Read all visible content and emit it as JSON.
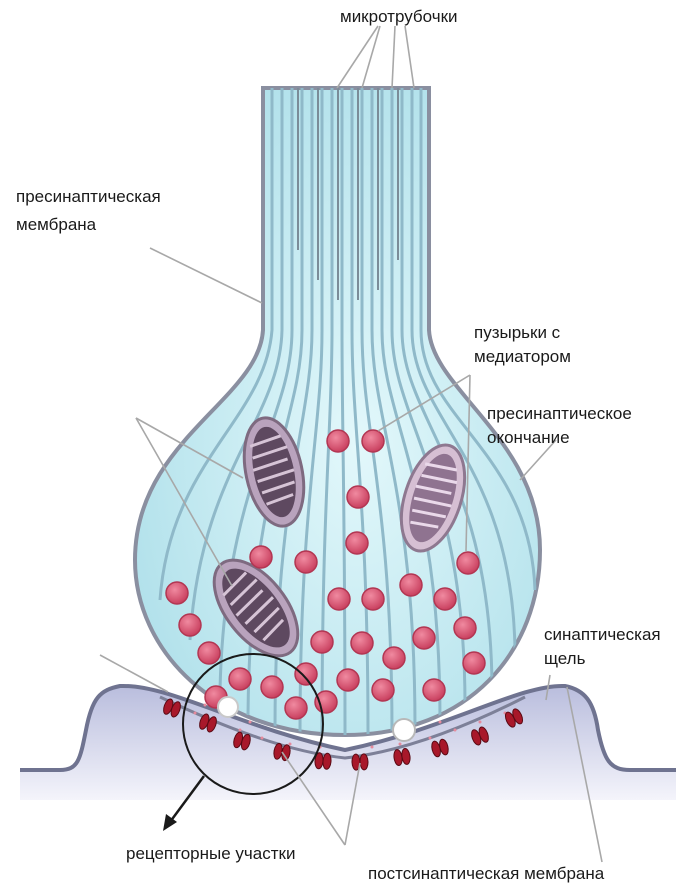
{
  "labels": {
    "microtubules": "микротрубочки",
    "presynaptic_membrane_line1": "пресинаптическая",
    "presynaptic_membrane_line2": "мембрана",
    "vesicles_line1": "пузырьки с",
    "vesicles_line2": "медиатором",
    "presynaptic_ending_line1": "пресинаптическое",
    "presynaptic_ending_line2": "окончание",
    "synaptic_cleft_line1": "синаптическая",
    "synaptic_cleft_line2": "щель",
    "receptor_sites": "рецепторные участки",
    "postsynaptic_membrane": "постсинаптическая мембрана"
  },
  "colors": {
    "terminal_fill": "#c4ecf2",
    "terminal_stroke": "#8a8fa0",
    "microtubule": "#8fb9c9",
    "mitochondrion_outer": "#b9a3bd",
    "mitochondrion_inner": "#5e4960",
    "vesicle": "#d9516f",
    "receptor": "#a8182a",
    "postsynaptic_fill": "#9ea2c8",
    "leader_line": "#a8a8a8"
  }
}
